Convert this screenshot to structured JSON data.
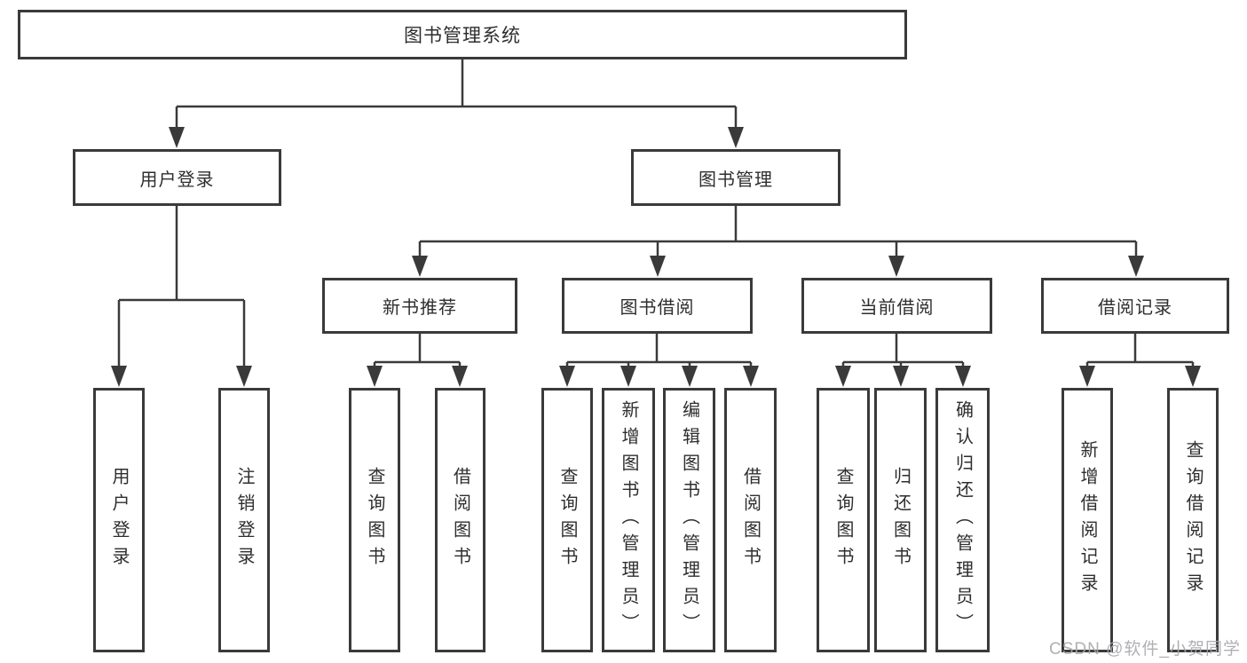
{
  "tree": {
    "label": "图书管理系统",
    "children": [
      {
        "label": "用户登录",
        "children": [
          {
            "label": "用户登录"
          },
          {
            "label": "注销登录"
          }
        ]
      },
      {
        "label": "图书管理",
        "children": [
          {
            "label": "新书推荐",
            "children": [
              {
                "label": "查询图书"
              },
              {
                "label": "借阅图书"
              }
            ]
          },
          {
            "label": "图书借阅",
            "children": [
              {
                "label": "查询图书"
              },
              {
                "label": "新增图书（管理员）"
              },
              {
                "label": "编辑图书（管理员）"
              },
              {
                "label": "借阅图书"
              }
            ]
          },
          {
            "label": "当前借阅",
            "children": [
              {
                "label": "查询图书"
              },
              {
                "label": "归还图书"
              },
              {
                "label": "确认归还（管理员）"
              }
            ]
          },
          {
            "label": "借阅记录",
            "children": [
              {
                "label": "新增借阅记录"
              },
              {
                "label": "查询借阅记录"
              }
            ]
          }
        ]
      }
    ]
  },
  "watermark": "CSDN @软件_小贺同学",
  "colors": {
    "line": "#3a3a3a",
    "text": "#2e2e2e",
    "watermark": "#a8a8ad",
    "background": "#ffffff"
  }
}
